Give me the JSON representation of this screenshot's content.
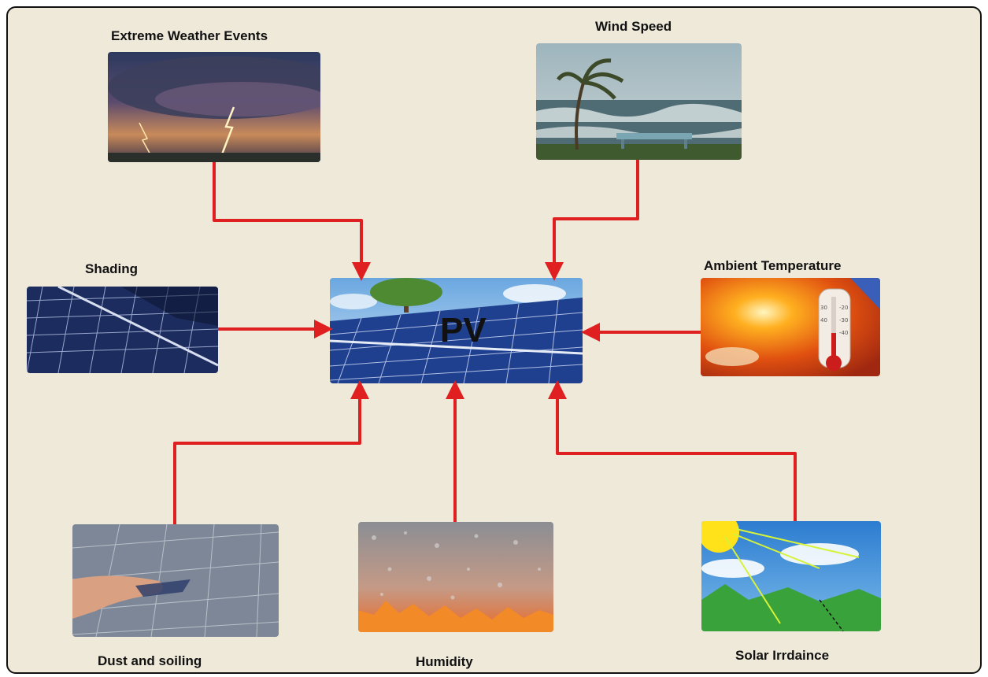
{
  "center": {
    "label": "PV"
  },
  "factors": {
    "extreme_weather": "Extreme Weather Events",
    "wind_speed": "Wind Speed",
    "shading": "Shading",
    "ambient_temperature": "Ambient Temperature",
    "dust_soiling": "Dust and soiling",
    "humidity": "Humidity",
    "solar_irradiance": "Solar Irrdaince"
  },
  "colors": {
    "arrow": "#e02020",
    "background": "#efe9da",
    "border": "#111111"
  }
}
